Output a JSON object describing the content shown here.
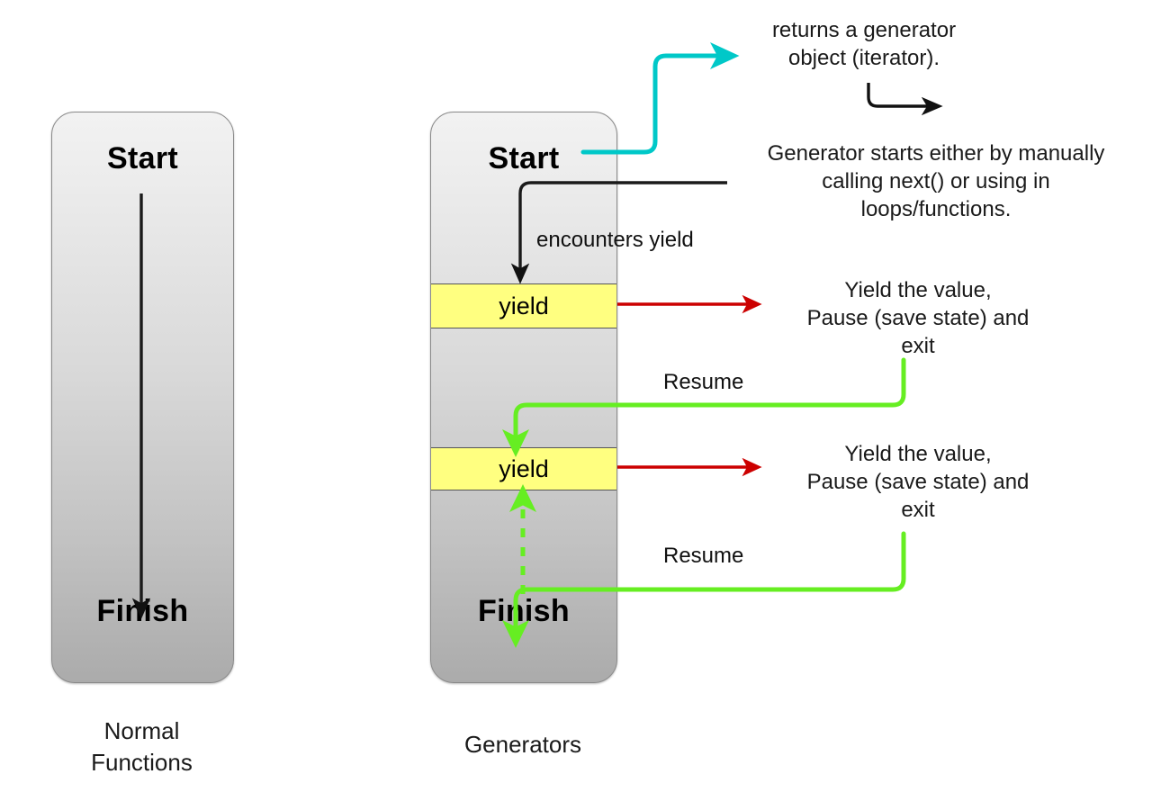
{
  "diagram": {
    "title": "Generators vs Normal Functions flow diagram",
    "colors": {
      "yield_fill": "#ffff80",
      "cyan_arrow": "#00c8c8",
      "red_arrow": "#cc0000",
      "green_arrow": "#66ee22",
      "black_arrow": "#111111",
      "box_border": "#8a8a8a",
      "background": "#ffffff"
    }
  },
  "normal_function": {
    "caption": "Normal\nFunctions",
    "start_label": "Start",
    "finish_label": "Finish"
  },
  "generator": {
    "caption": "Generators",
    "start_label": "Start",
    "finish_label": "Finish",
    "yield_blocks": [
      {
        "label": "yield"
      },
      {
        "label": "yield"
      }
    ]
  },
  "annotations": {
    "returns_generator": "returns a generator\nobject (iterator).",
    "generator_starts": "Generator starts either by manually\ncalling next() or using in\nloops/functions.",
    "encounters_yield": "encounters yield",
    "yield_pause_1": "Yield  the value,\nPause (save state) and\nexit",
    "yield_pause_2": "Yield  the value,\nPause (save state) and\nexit",
    "resume_1": "Resume",
    "resume_2": "Resume"
  }
}
